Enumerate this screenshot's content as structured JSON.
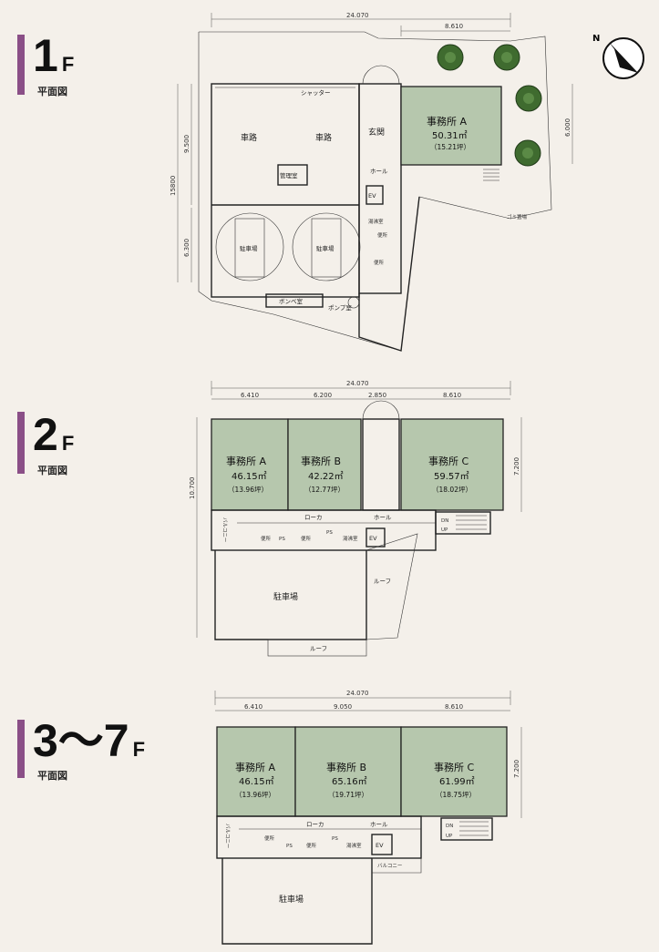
{
  "colors": {
    "office": "#b6c7ad",
    "accent": "#8a4f87",
    "background": "#f4f0ea"
  },
  "floors": [
    {
      "id": "1f",
      "num": "1",
      "suffix": "F",
      "plan": "平面図"
    },
    {
      "id": "2f",
      "num": "2",
      "suffix": "F",
      "plan": "平面図"
    },
    {
      "id": "37f",
      "num": "3〜7",
      "suffix": "F",
      "plan": "平面図"
    }
  ],
  "f1": {
    "dims": {
      "total": "24.070",
      "right": "8.610",
      "left_total": "15800",
      "left_upper": "9.500",
      "left_lower": "6.300",
      "right_side": "6.000"
    },
    "labels": {
      "shutter": "シャッター",
      "road1": "車路",
      "road2": "車路",
      "mgmt": "管理室",
      "entrance": "玄関",
      "hall": "ホール",
      "ev": "EV",
      "storage": "湯沸室",
      "wc1": "便所",
      "wc2": "便所",
      "parking1": "駐車場",
      "parking2": "駐車場",
      "cylinder": "ボンベ室",
      "pump": "ポンプ室",
      "trash": "ゴミ置場",
      "compass_n": "N"
    },
    "office": {
      "name": "事務所 A",
      "area": "50.31㎡",
      "tsubo": "（15.21坪）"
    }
  },
  "f2": {
    "dims": {
      "total": "24.070",
      "a": "6.410",
      "b": "6.200",
      "c": "2.850",
      "d": "8.610",
      "left": "10.700",
      "right": "7.200"
    },
    "labels": {
      "corridor": "ローカ",
      "hall": "ホール",
      "balcony": "バルコニー",
      "wc1": "便所",
      "wc2": "便所",
      "ps1": "PS",
      "ps2": "PS",
      "storage": "湯沸室",
      "ev": "EV",
      "dn": "DN",
      "up": "UP",
      "roof1": "ルーフ",
      "roof2": "ルーフ",
      "parking": "駐車場"
    },
    "offices": [
      {
        "name": "事務所 A",
        "area": "46.15㎡",
        "tsubo": "（13.96坪）"
      },
      {
        "name": "事務所 B",
        "area": "42.22㎡",
        "tsubo": "（12.77坪）"
      },
      {
        "name": "事務所 C",
        "area": "59.57㎡",
        "tsubo": "（18.02坪）"
      }
    ]
  },
  "f37": {
    "dims": {
      "total": "24.070",
      "a": "6.410",
      "b": "9.050",
      "c": "8.610",
      "right": "7.200"
    },
    "labels": {
      "corridor": "ローカ",
      "hall": "ホール",
      "balcony1": "バルコニー",
      "balcony2": "バルコニー",
      "wc1": "便所",
      "wc2": "便所",
      "ps1": "PS",
      "ps2": "PS",
      "storage": "湯沸室",
      "ev": "EV",
      "dn": "DN",
      "up": "UP",
      "parking": "駐車場"
    },
    "offices": [
      {
        "name": "事務所 A",
        "area": "46.15㎡",
        "tsubo": "（13.96坪）"
      },
      {
        "name": "事務所 B",
        "area": "65.16㎡",
        "tsubo": "（19.71坪）"
      },
      {
        "name": "事務所 C",
        "area": "61.99㎡",
        "tsubo": "（18.75坪）"
      }
    ]
  }
}
